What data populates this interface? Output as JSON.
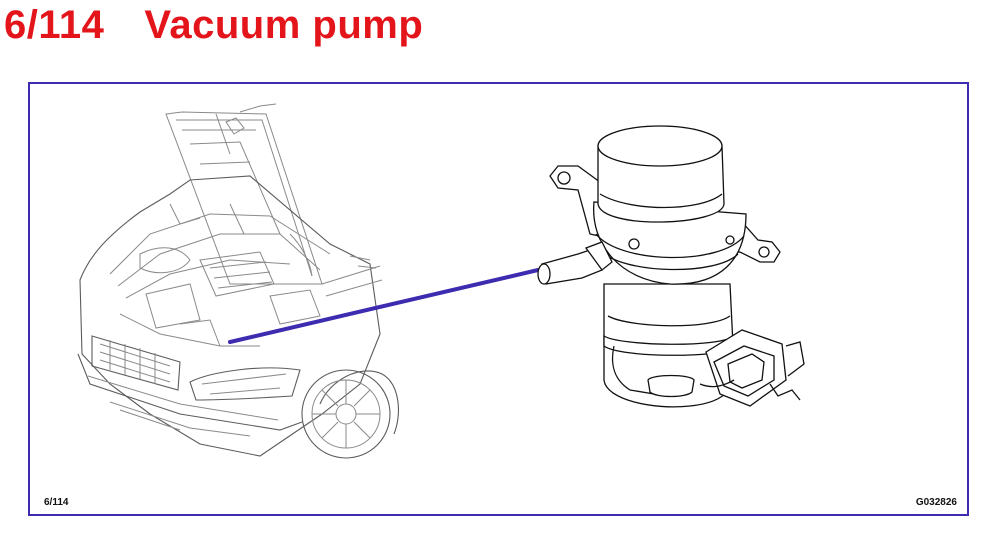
{
  "header": {
    "number": "6/114",
    "title": "Vacuum pump"
  },
  "figure": {
    "caption_left": "6/114",
    "caption_right": "G032826",
    "subject": "vacuum-pump",
    "context": "car-engine-bay",
    "colors": {
      "title": "#e4141b",
      "frame": "#3d2bb0",
      "pointer": "#3d2bb0"
    }
  }
}
